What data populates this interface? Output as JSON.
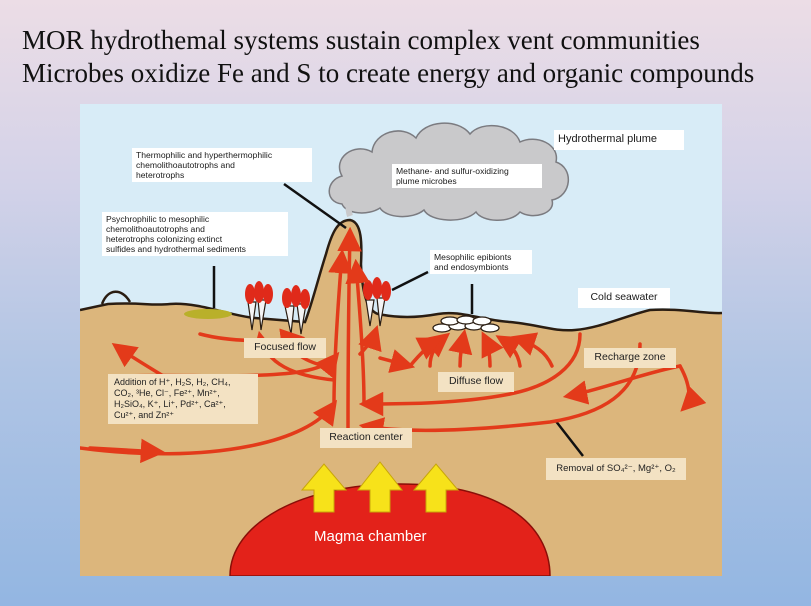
{
  "slide": {
    "title_lines": [
      "MOR hydrothemal systems sustain complex vent communities",
      "Microbes oxidize Fe and S to create energy and organic compounds"
    ]
  },
  "diagram": {
    "labels": {
      "hydrothermal_plume": "Hydrothermal plume",
      "thermophilic": [
        "Thermophilic and hyperthermophilic",
        "chemolithoautotrophs and",
        "heterotrophs"
      ],
      "plume_microbes": [
        "Methane- and sulfur-oxidizing",
        "plume microbes"
      ],
      "psychrophilic": [
        "Psychrophilic to mesophilic",
        "chemolithoautotrophs and",
        "heterotrophs colonizing extinct",
        "sulfides and hydrothermal sediments"
      ],
      "mesophilic": [
        "Mesophilic epibionts",
        "and endosymbionts"
      ],
      "cold_seawater": "Cold seawater",
      "focused_flow": "Focused flow",
      "recharge_zone": "Recharge zone",
      "diffuse_flow": "Diffuse flow",
      "addition": [
        "Addition of H⁺, H₂S, H₂, CH₄,",
        "CO₂, ³He, Cl⁻, Fe²⁺, Mn²⁺,",
        "H₂SiO₄, K⁺, Li⁺, Pd²⁺, Ca²⁺,",
        "Cu²⁺, and Zn²⁺"
      ],
      "reaction_center": "Reaction center",
      "removal": "Removal of SO₄²⁻, Mg²⁺, O₂",
      "magma_chamber": "Magma chamber"
    },
    "colors": {
      "seawater": "#d8ecf7",
      "sediment": "#dcb67c",
      "arrow": "#e33a1a",
      "magma": "#e3221a",
      "upwelling_arrow": "#f7e21a",
      "label_tan": "#f3e2c3",
      "plume": "#c9c9cb"
    }
  }
}
